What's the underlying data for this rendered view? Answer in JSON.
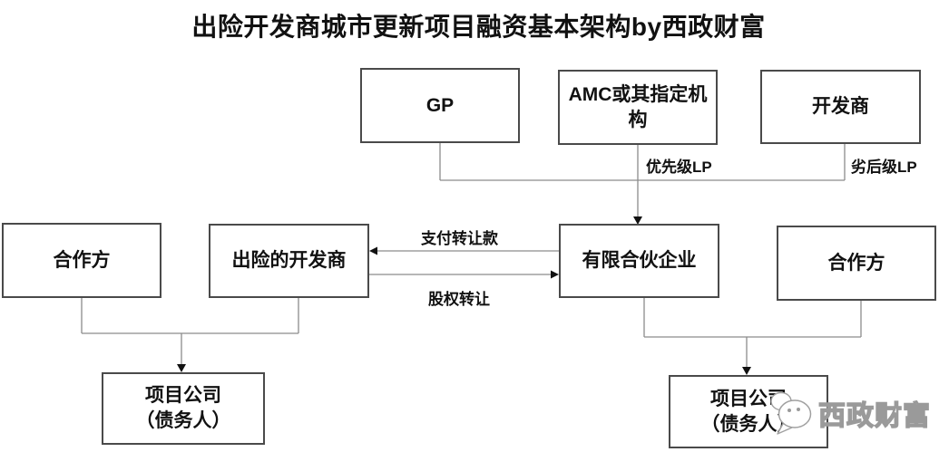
{
  "title": "出险开发商城市更新项目融资基本架构by西政财富",
  "nodes": {
    "gp": {
      "label": "GP"
    },
    "amc": {
      "label": "AMC或其指定机构"
    },
    "developer": {
      "label": "开发商"
    },
    "partner_left": {
      "label": "合作方"
    },
    "distressed_developer": {
      "label": "出险的开发商"
    },
    "limited_partnership": {
      "label": "有限合伙企业"
    },
    "partner_right": {
      "label": "合作方"
    },
    "project_company_left": {
      "label": "项目公司\n（债务人）"
    },
    "project_company_right": {
      "label": "项目公司\n（债务人）"
    }
  },
  "edge_labels": {
    "senior_lp": "优先级LP",
    "junior_lp": "劣后级LP",
    "pay_transfer": "支付转让款",
    "equity_transfer": "股权转让"
  },
  "watermark": {
    "text": "西政财富",
    "icon": "chat-bubble-icon"
  },
  "colors": {
    "border": "#4a4a4a",
    "line": "#8c8c8c",
    "arrow": "#111111",
    "watermark": "#9a9a9a"
  }
}
